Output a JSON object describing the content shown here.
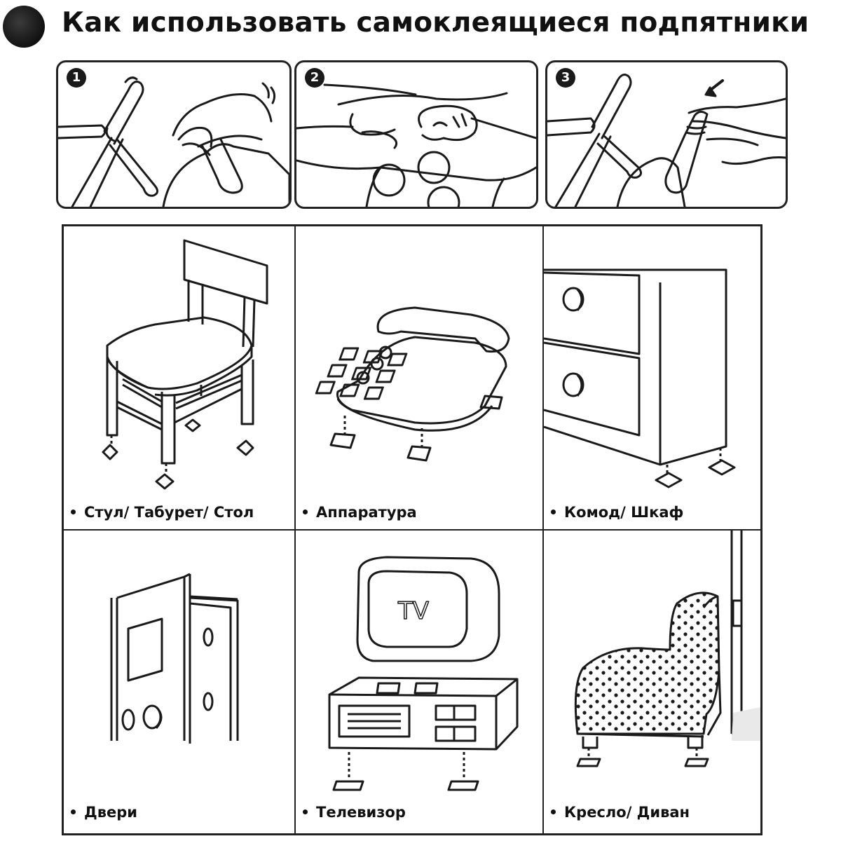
{
  "header": {
    "title": "Как использовать самоклеящиеся подпятники"
  },
  "steps": [
    {
      "number": "1",
      "icon": "wipe-chair-leg-icon"
    },
    {
      "number": "2",
      "icon": "peel-pad-icon"
    },
    {
      "number": "3",
      "icon": "press-pad-icon"
    }
  ],
  "grid": {
    "items": [
      {
        "label": "Стул/ Табурет/ Стол",
        "icon": "chair-icon"
      },
      {
        "label": "Аппаратура",
        "icon": "telephone-icon"
      },
      {
        "label": "Комод/ Шкаф",
        "icon": "dresser-icon"
      },
      {
        "label": "Двери",
        "icon": "door-icon"
      },
      {
        "label": "Телевизор",
        "icon": "tv-icon",
        "screen_text": "TV"
      },
      {
        "label": "Кресло/ Диван",
        "icon": "armchair-icon"
      }
    ]
  }
}
